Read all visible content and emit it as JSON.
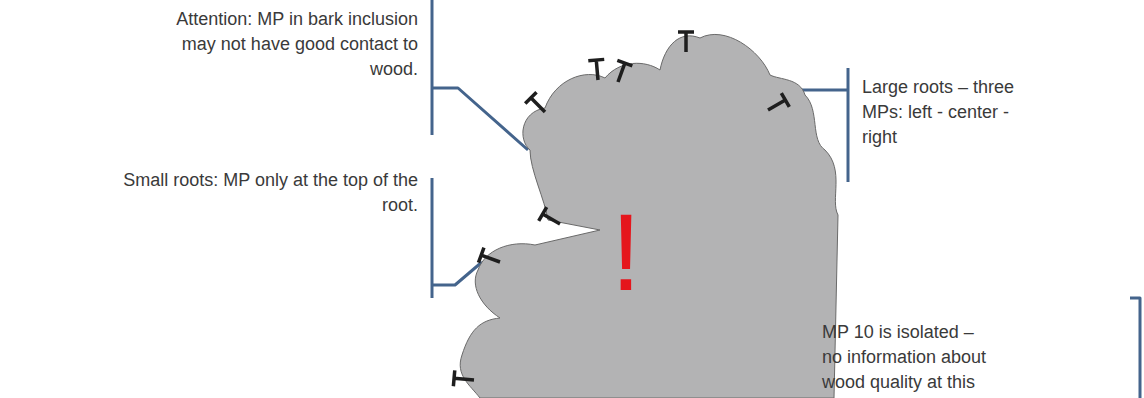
{
  "diagram": {
    "nodes": [
      {
        "text": [
          "!"
        ]
      }
    ],
    "labels": [
      "Attention: MP in bark inclusion may not have good contact to wood.",
      "Small roots: MP only at the top of the root.",
      "Large roots – three MPs: left - center - right",
      "MP 10 is isolated – no information about wood quality at this"
    ]
  }
}
